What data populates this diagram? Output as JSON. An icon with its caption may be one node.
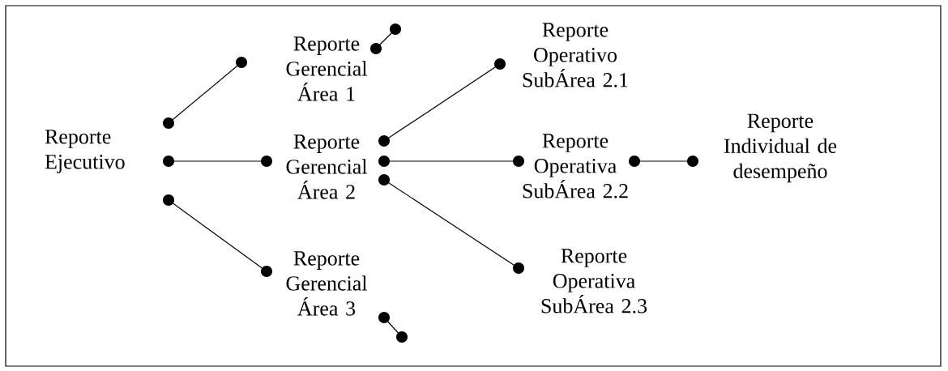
{
  "diagram": {
    "nodes": [
      {
        "text": [
          "Reporte Ejecutivo"
        ]
      },
      {
        "text": [
          "Reporte Gerencial Área 1"
        ]
      },
      {
        "text": [
          "Reporte Gerencial Área 2"
        ]
      },
      {
        "text": [
          "Reporte Gerencial Área 3"
        ]
      },
      {
        "text": [
          "Reporte Operativo SubÁrea 2.1"
        ]
      },
      {
        "text": [
          "Reporte Operativa SubÁrea 2.2"
        ]
      },
      {
        "text": [
          "Reporte Operativa SubÁrea 2.3"
        ]
      },
      {
        "text": [
          "Reporte Individual de desempeño"
        ]
      }
    ],
    "edges": [
      {
        "from": 0,
        "to": 1,
        "arrow": "other"
      },
      {
        "from": 0,
        "to": 2,
        "arrow": "other"
      },
      {
        "from": 0,
        "to": 3,
        "arrow": "other"
      },
      {
        "from": 2,
        "to": 4,
        "arrow": "other"
      },
      {
        "from": 2,
        "to": 5,
        "arrow": "other"
      },
      {
        "from": 2,
        "to": 6,
        "arrow": "other"
      },
      {
        "from": 5,
        "to": 7,
        "arrow": "other"
      },
      {
        "from": 1,
        "to": null,
        "arrow": "other"
      },
      {
        "from": 3,
        "to": null,
        "arrow": "other"
      }
    ]
  }
}
